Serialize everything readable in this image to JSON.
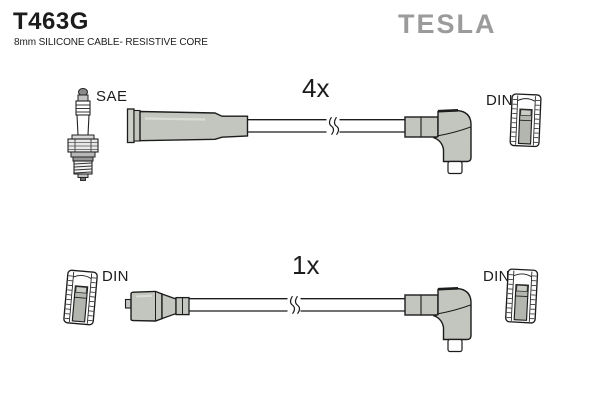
{
  "header": {
    "part_number": "T463G",
    "subtitle": "8mm SILICONE CABLE- RESISTIVE CORE",
    "brand_logo": "TESLA"
  },
  "colors": {
    "background": "#ffffff",
    "outline": "#1c1c1c",
    "boot_gray": "#c2c6be",
    "sleeve_gray": "#b2b6ae",
    "brand_gray": "#9b9b9b"
  },
  "icons": {
    "spark_plug": "spark-plug-icon",
    "din_terminal": "din-terminal-icon",
    "cable_break": "cable-break-icon"
  },
  "cables": [
    {
      "quantity_label": "4x",
      "left_connector_label": "SAE",
      "right_connector_label": "DIN"
    },
    {
      "quantity_label": "1x",
      "left_connector_label": "DIN",
      "right_connector_label": "DIN"
    }
  ]
}
